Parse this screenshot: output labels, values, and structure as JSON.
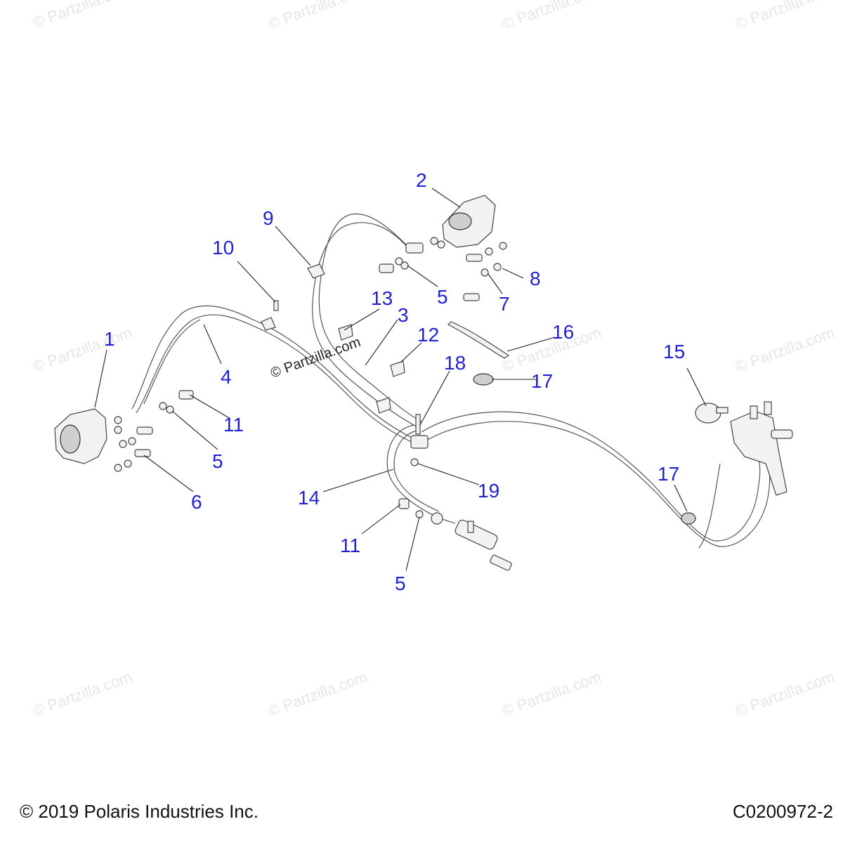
{
  "watermark_text": "© Partzilla.com",
  "center_watermark_text": "© Partzilla.com",
  "footer": {
    "copyright": "© 2019 Polaris Industries Inc.",
    "diagram_code": "C0200972-2"
  },
  "callouts": {
    "c1": "1",
    "c2": "2",
    "c3": "3",
    "c4": "4",
    "c5a": "5",
    "c5b": "5",
    "c5c": "5",
    "c6": "6",
    "c7": "7",
    "c8": "8",
    "c9": "9",
    "c10": "10",
    "c11a": "11",
    "c11b": "11",
    "c12": "12",
    "c13": "13",
    "c14": "14",
    "c15": "15",
    "c16": "16",
    "c17a": "17",
    "c17b": "17",
    "c18": "18",
    "c19": "19"
  },
  "colors": {
    "callout": "#1f1fd6",
    "line": "#444444",
    "watermark": "#e6e6e6"
  }
}
